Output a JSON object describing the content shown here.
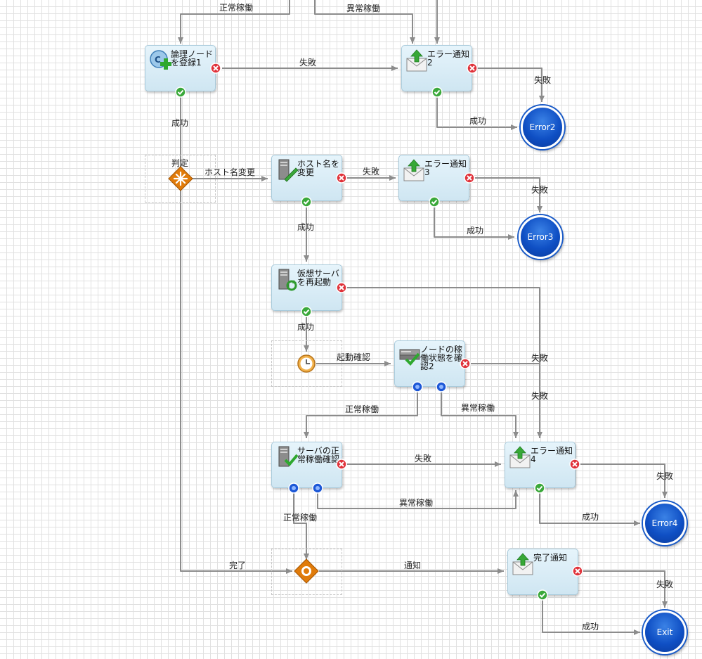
{
  "colors": {
    "line": "#8c8c8c",
    "node_fill": "#d6ebf5",
    "end_node": "#1a5bc8",
    "error_port": "#e0323a",
    "ok_port": "#3aa83a",
    "branch_port": "#1c57d6",
    "decision": "#e07b0a"
  },
  "nodes": {
    "register": {
      "label": "論理ノードを登録1",
      "icon": "add-node-icon"
    },
    "err2": {
      "label": "エラー通知2",
      "icon": "mail-icon"
    },
    "host": {
      "label": "ホスト名を変更",
      "icon": "server-edit-icon"
    },
    "err3": {
      "label": "エラー通知3",
      "icon": "mail-icon"
    },
    "restart": {
      "label": "仮想サーバを再起動",
      "icon": "server-restart-icon"
    },
    "nodecheck": {
      "label": "ノードの稼働状態を確認2",
      "icon": "node-check-icon"
    },
    "servercheck": {
      "label": "サーバの正常稼働確認",
      "icon": "server-check-icon"
    },
    "err4": {
      "label": "エラー通知4",
      "icon": "mail-icon"
    },
    "done": {
      "label": "完了通知",
      "icon": "mail-icon"
    }
  },
  "end_nodes": {
    "error2": "Error2",
    "error3": "Error3",
    "error4": "Error4",
    "exit": "Exit"
  },
  "decision_label": "判定",
  "edge_labels": {
    "top_normal": "正常稼働",
    "top_abnormal": "異常稼働",
    "reg_fail": "失敗",
    "err2_fail": "失敗",
    "err2_success": "成功",
    "reg_success": "成功",
    "hostname_change": "ホスト名変更",
    "host_fail": "失敗",
    "err3_fail": "失敗",
    "err3_success": "成功",
    "host_success": "成功",
    "restart_success": "成功",
    "boot_check": "起動確認",
    "fail_a": "失敗",
    "fail_b": "失敗",
    "nc_normal": "正常稼働",
    "nc_abnormal": "異常稼働",
    "sc_fail": "失敗",
    "err4_fail": "失敗",
    "sc_abnormal": "異常稼働",
    "err4_success": "成功",
    "sc_normal": "正常稼働",
    "complete": "完了",
    "notify": "通知",
    "done_fail": "失敗",
    "done_success": "成功"
  }
}
